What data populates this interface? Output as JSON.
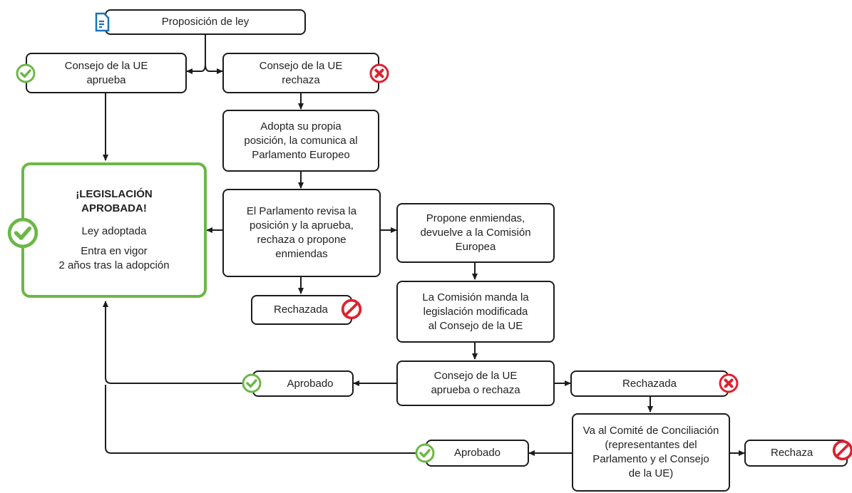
{
  "nodes": {
    "proposicion": "Proposición de ley",
    "consejo_aprueba": "Consejo de la UE\naprueba",
    "consejo_rechaza": "Consejo de la UE\nrechaza",
    "adopta": "Adopta su propia\nposición, la comunica al\nParlamento Europeo",
    "parlamento": "El Parlamento revisa la\nposición y la aprueba,\nrechaza o propone\nenmiendas",
    "rechazada_1": "Rechazada",
    "enmiendas": "Propone enmiendas,\ndevuelve a la Comisión\nEuropea",
    "comision": "La Comisión manda la\nlegislación modificada\nal Consejo de la UE",
    "consejo_2": "Consejo de la UE\naprueba o rechaza",
    "aprobado_1": "Aprobado",
    "rechazada_2": "Rechazada",
    "conciliacion": "Va al Comité de Conciliación\n(representantes del\nParlamento y el Consejo\nde la UE)",
    "aprobado_2": "Aprobado",
    "rechaza": "Rechaza"
  },
  "result": {
    "title": "¡LEGISLACIÓN\nAPROBADA!",
    "line1": "Ley adoptada",
    "line2": "Entra en vigor\n2 años tras la adopción"
  },
  "icons": {
    "document": "document-icon",
    "approved": "check-circle-icon",
    "rejected": "x-circle-icon",
    "prohibited": "no-entry-icon"
  },
  "colors": {
    "approved": "#6bb846",
    "rejected": "#e0202e",
    "document": "#1a73b8",
    "line": "#1c1c1c"
  }
}
